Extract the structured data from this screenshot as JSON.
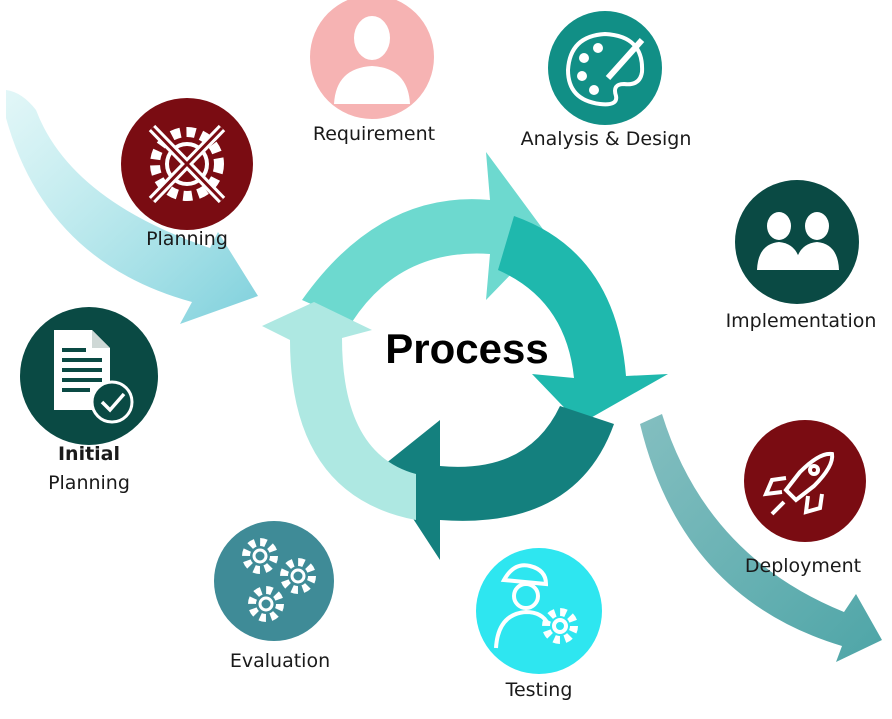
{
  "center": {
    "title": "Process"
  },
  "stages": {
    "initial": {
      "bold": "Initial",
      "rest": "Planning",
      "color": "#0a4a44"
    },
    "planning": {
      "label": "Planning",
      "color": "#7a0c12"
    },
    "requirement": {
      "label": "Requirement",
      "color": "#f6b3b3"
    },
    "analysis": {
      "label": "Analysis & Design",
      "color": "#118f86"
    },
    "implementation": {
      "label": "Implementation",
      "color": "#0a4a44"
    },
    "deployment": {
      "label": "Deployment",
      "color": "#7a0c12"
    },
    "testing": {
      "label": "Testing",
      "color": "#2ee6f0"
    },
    "evaluation": {
      "label": "Evaluation",
      "color": "#3f8b97"
    }
  },
  "arrow_colors": {
    "top": "#6dd9cf",
    "right": "#1fb8ad",
    "bottom": "#14807e",
    "left": "#aee8e2",
    "incoming": "#8fd9e0",
    "outgoing": "#5aa9ab"
  },
  "icons": [
    "document-check-icon",
    "tools-gear-icon",
    "person-icon",
    "palette-icon",
    "two-people-icon",
    "rocket-icon",
    "worker-gear-icon",
    "gears-icon"
  ]
}
